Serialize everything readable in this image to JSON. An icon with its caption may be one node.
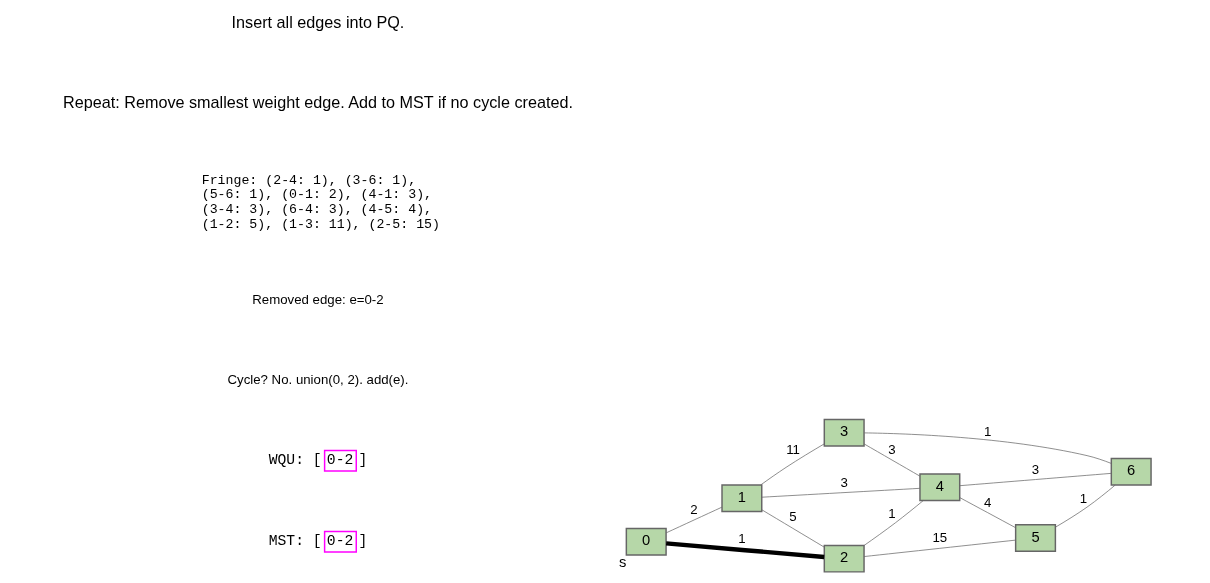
{
  "diagram": {
    "nodes": [
      {
        "text": [
          "0"
        ],
        "beside": [
          "s"
        ]
      },
      {
        "text": [
          "1"
        ]
      },
      {
        "text": [
          "2"
        ]
      },
      {
        "text": [
          "3"
        ]
      },
      {
        "text": [
          "4"
        ]
      },
      {
        "text": [
          "5"
        ]
      },
      {
        "text": [
          "6"
        ]
      },
      {
        "text": [
          "0-2"
        ],
        "beside": [
          "WQU: [",
          "]"
        ]
      },
      {
        "text": [
          "0-2"
        ],
        "beside": [
          "MST: [",
          "]"
        ]
      }
    ],
    "edges": [
      {
        "from": 0,
        "to": 1,
        "arrow": "none",
        "label": "2"
      },
      {
        "from": 0,
        "to": 2,
        "arrow": "none",
        "label": "1",
        "style": "thick",
        "color": "#000000"
      },
      {
        "from": 1,
        "to": 2,
        "arrow": "none",
        "label": "5"
      },
      {
        "from": 1,
        "to": 3,
        "arrow": "none",
        "label": "11"
      },
      {
        "from": 1,
        "to": 4,
        "arrow": "none",
        "label": "3"
      },
      {
        "from": 2,
        "to": 4,
        "arrow": "none",
        "label": "1"
      },
      {
        "from": 2,
        "to": 5,
        "arrow": "none",
        "label": "15"
      },
      {
        "from": 3,
        "to": 4,
        "arrow": "none",
        "label": "3"
      },
      {
        "from": 3,
        "to": 6,
        "arrow": "none",
        "label": "1"
      },
      {
        "from": 4,
        "to": 6,
        "arrow": "none",
        "label": "3"
      },
      {
        "from": 4,
        "to": 5,
        "arrow": "none",
        "label": "4"
      },
      {
        "from": 5,
        "to": 6,
        "arrow": "none",
        "label": "1"
      }
    ],
    "labels": [
      "Insert all edges into PQ.",
      "Repeat: Remove smallest weight edge. Add to MST if no cycle created.",
      "Fringe: (2-4: 1), (3-6: 1), (5-6: 1), (0-1: 2), (4-1: 3), (3-4: 3), (6-4: 3), (4-5: 4), (1-2: 5), (1-3: 11), (2-5: 15)",
      "Removed edge: e=0-2",
      "Cycle? No. union(0, 2). add(e)."
    ]
  }
}
